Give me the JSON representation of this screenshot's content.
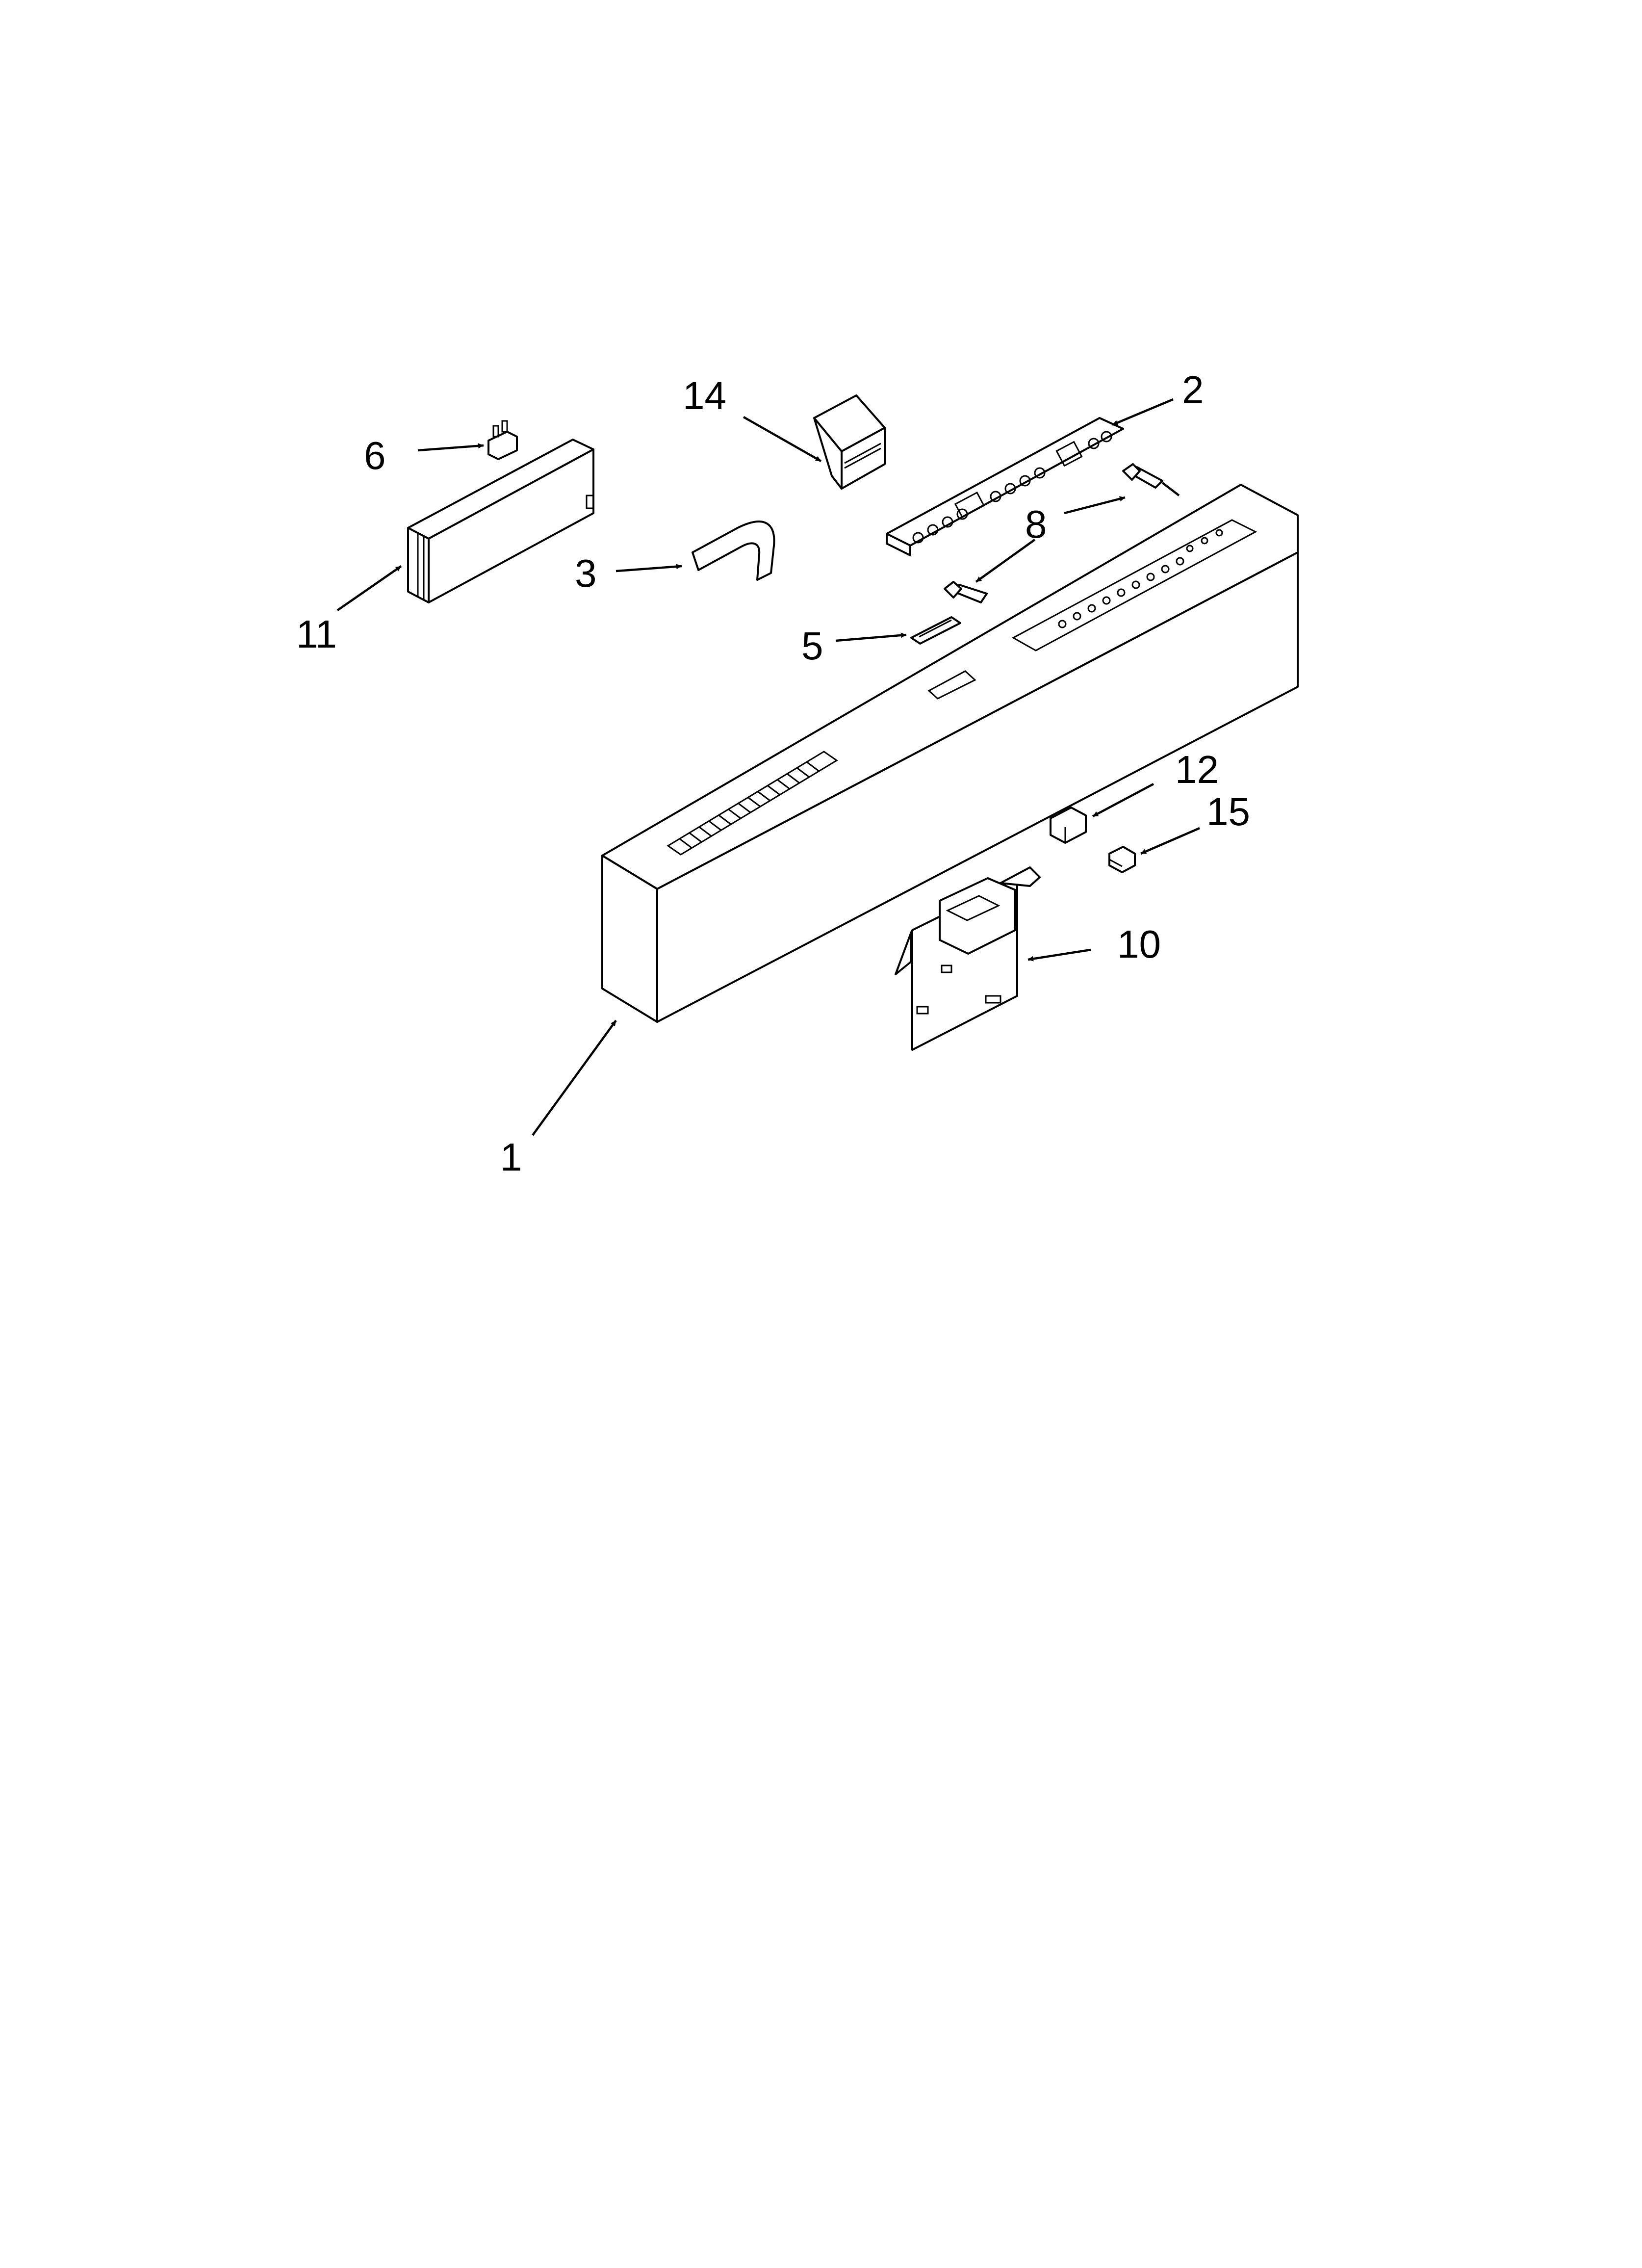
{
  "callouts": {
    "c1": "1",
    "c2": "2",
    "c3": "3",
    "c5": "5",
    "c6": "6",
    "c8": "8",
    "c10": "10",
    "c11": "11",
    "c12": "12",
    "c14": "14",
    "c15": "15"
  },
  "colors": {
    "line": "#000000",
    "background": "#ffffff"
  }
}
